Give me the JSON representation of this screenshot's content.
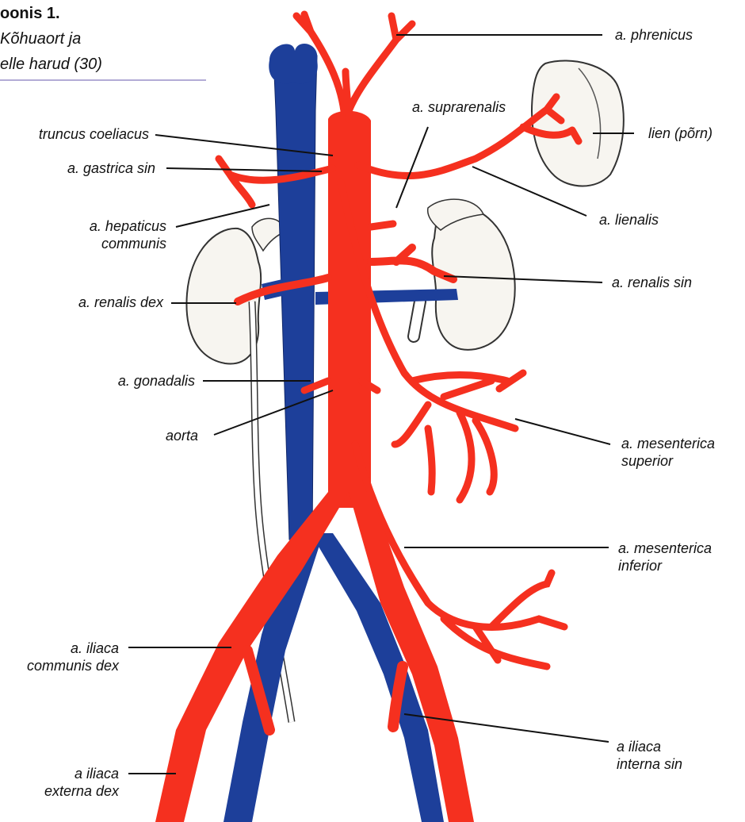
{
  "caption": {
    "title": "oonis 1.",
    "line1": "Kõhuaort ja",
    "line2": "elle harud (30)"
  },
  "labels": {
    "phrenicus": "a. phrenicus",
    "suprarenalis": "a. suprarenalis",
    "truncus": "truncus coeliacus",
    "lien": "lien (põrn)",
    "gastrica": "a. gastrica sin",
    "lienalis": "a. lienalis",
    "hepaticus_1": "a. hepaticus",
    "hepaticus_2": "communis",
    "renalis_sin": "a. renalis sin",
    "renalis_dex": "a. renalis dex",
    "gonadalis": "a. gonadalis",
    "aorta": "aorta",
    "mes_sup_1": "a. mesenterica",
    "mes_sup_2": "superior",
    "mes_inf_1": "a. mesenterica",
    "mes_inf_2": "inferior",
    "iliaca_comm_1": "a. iliaca",
    "iliaca_comm_2": "communis dex",
    "iliaca_int_1": "a iliaca",
    "iliaca_int_2": "interna sin",
    "iliaca_ext_1": "a iliaca",
    "iliaca_ext_2": "externa dex"
  },
  "colors": {
    "artery": "#f5301f",
    "vein": "#1d3f9a",
    "organ": "#f7f5f0"
  }
}
